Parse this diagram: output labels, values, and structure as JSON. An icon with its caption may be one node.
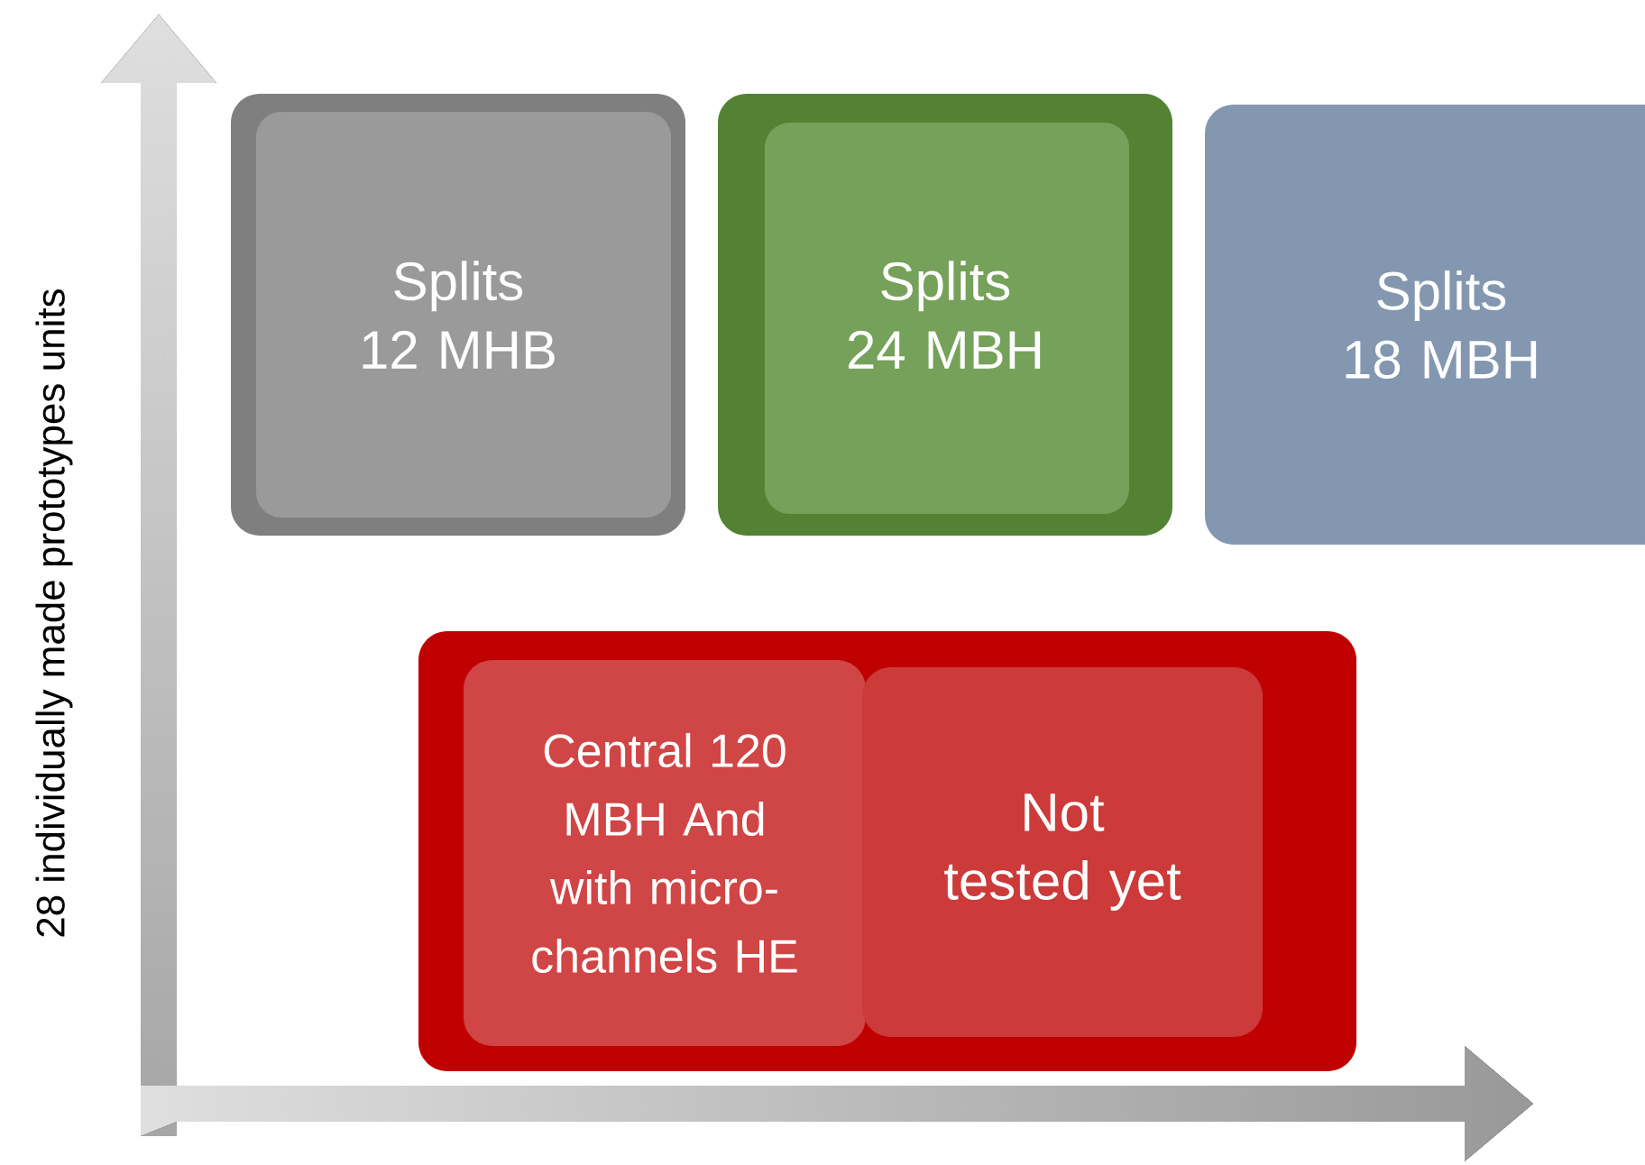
{
  "diagram": {
    "nodes": [
      {
        "text": [
          "Splits 12 MHB"
        ]
      },
      {
        "text": [
          "Splits 24 MBH"
        ]
      },
      {
        "text": [
          "Splits 18 MBH"
        ]
      },
      {
        "text": [],
        "shape": "box"
      },
      {
        "text": [
          "Central 120 MBH And with micro-channels HE"
        ],
        "in": 3
      },
      {
        "text": [
          "Not tested yet"
        ],
        "in": 3
      }
    ],
    "labels": [
      "28 individually made prototypes units"
    ]
  }
}
